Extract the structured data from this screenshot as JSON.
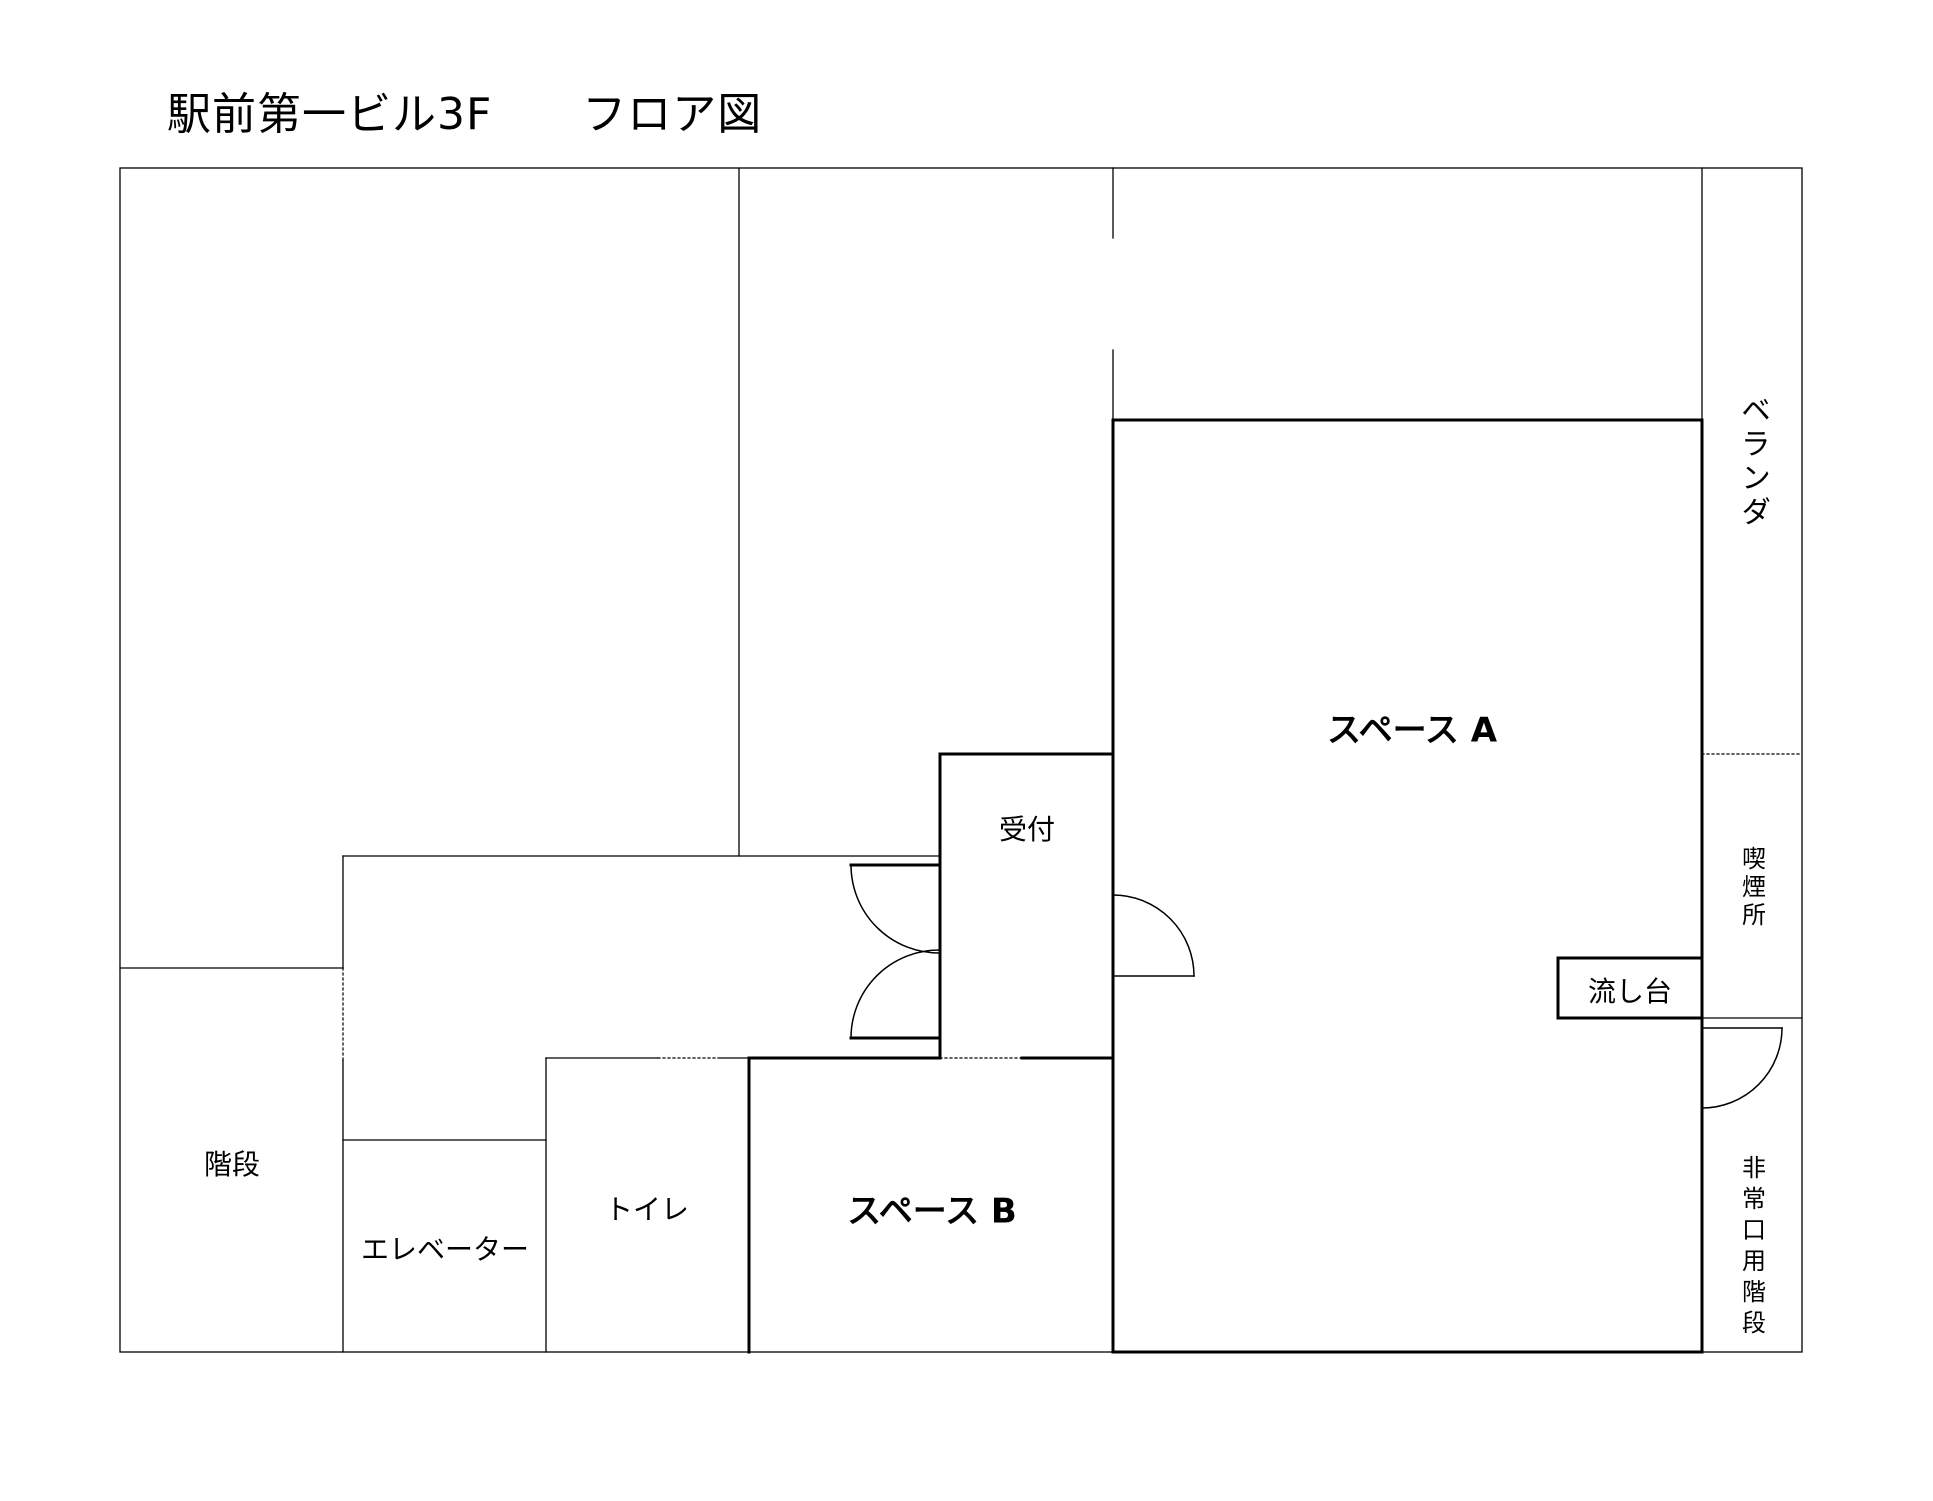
{
  "title": "駅前第一ビル3F　　フロア図",
  "rooms": {
    "space_a": "スペース A",
    "space_b": "スペース B",
    "reception": "受付",
    "sink": "流し台",
    "veranda": "ベランダ",
    "smoking": "喫煙所",
    "stairs": "階段",
    "elevator": "エレベーター",
    "toilet": "トイレ",
    "emergency_stairs": "非常口用階段"
  },
  "colors": {
    "line": "#000000",
    "background": "#ffffff"
  }
}
